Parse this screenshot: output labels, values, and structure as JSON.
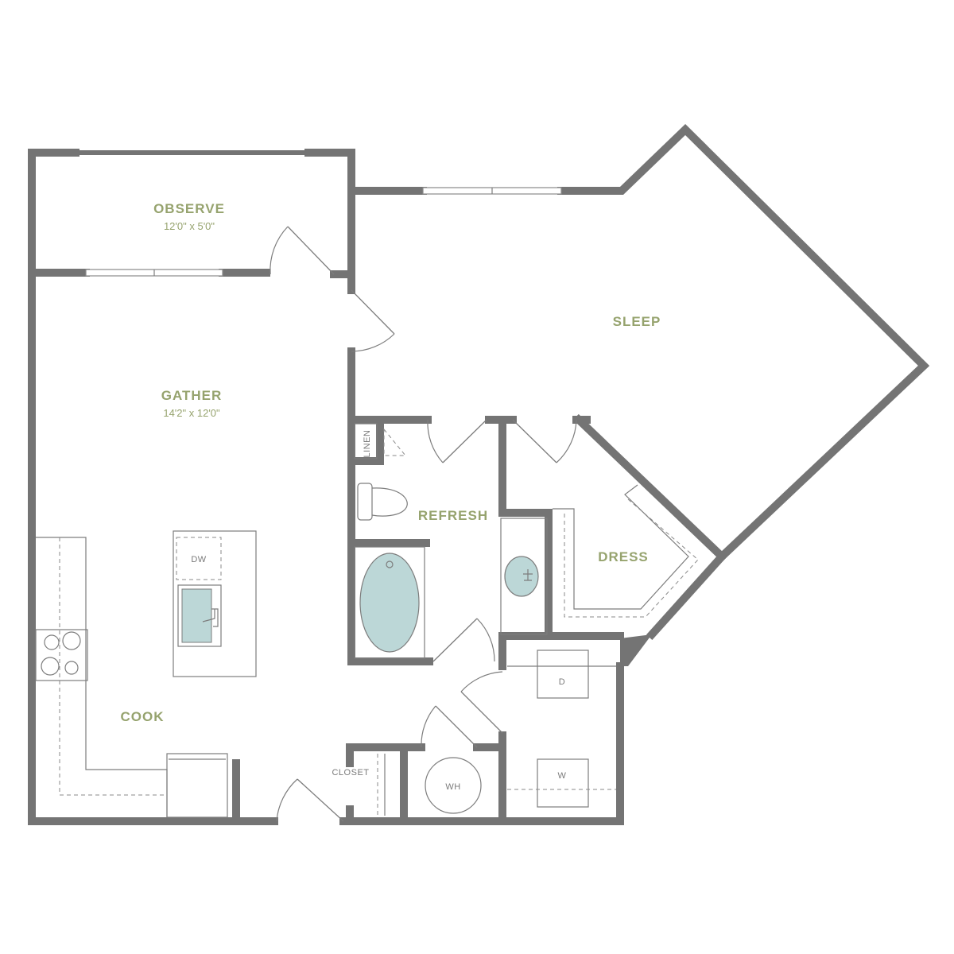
{
  "rooms": {
    "observe": {
      "name": "OBSERVE",
      "dims": "12'0\" x 5'0\""
    },
    "gather": {
      "name": "GATHER",
      "dims": "14'2\" x 12'0\""
    },
    "sleep": {
      "name": "SLEEP"
    },
    "refresh": {
      "name": "REFRESH"
    },
    "dress": {
      "name": "DRESS"
    },
    "cook": {
      "name": "COOK"
    }
  },
  "fixtures": {
    "linen": "LINEN",
    "closet": "CLOSET",
    "dishwasher": "DW",
    "dryer": "D",
    "washer": "W",
    "water_heater": "WH"
  },
  "colors": {
    "wall": "#747474",
    "label": "#96a36e",
    "tub": "#bcd7d7"
  }
}
